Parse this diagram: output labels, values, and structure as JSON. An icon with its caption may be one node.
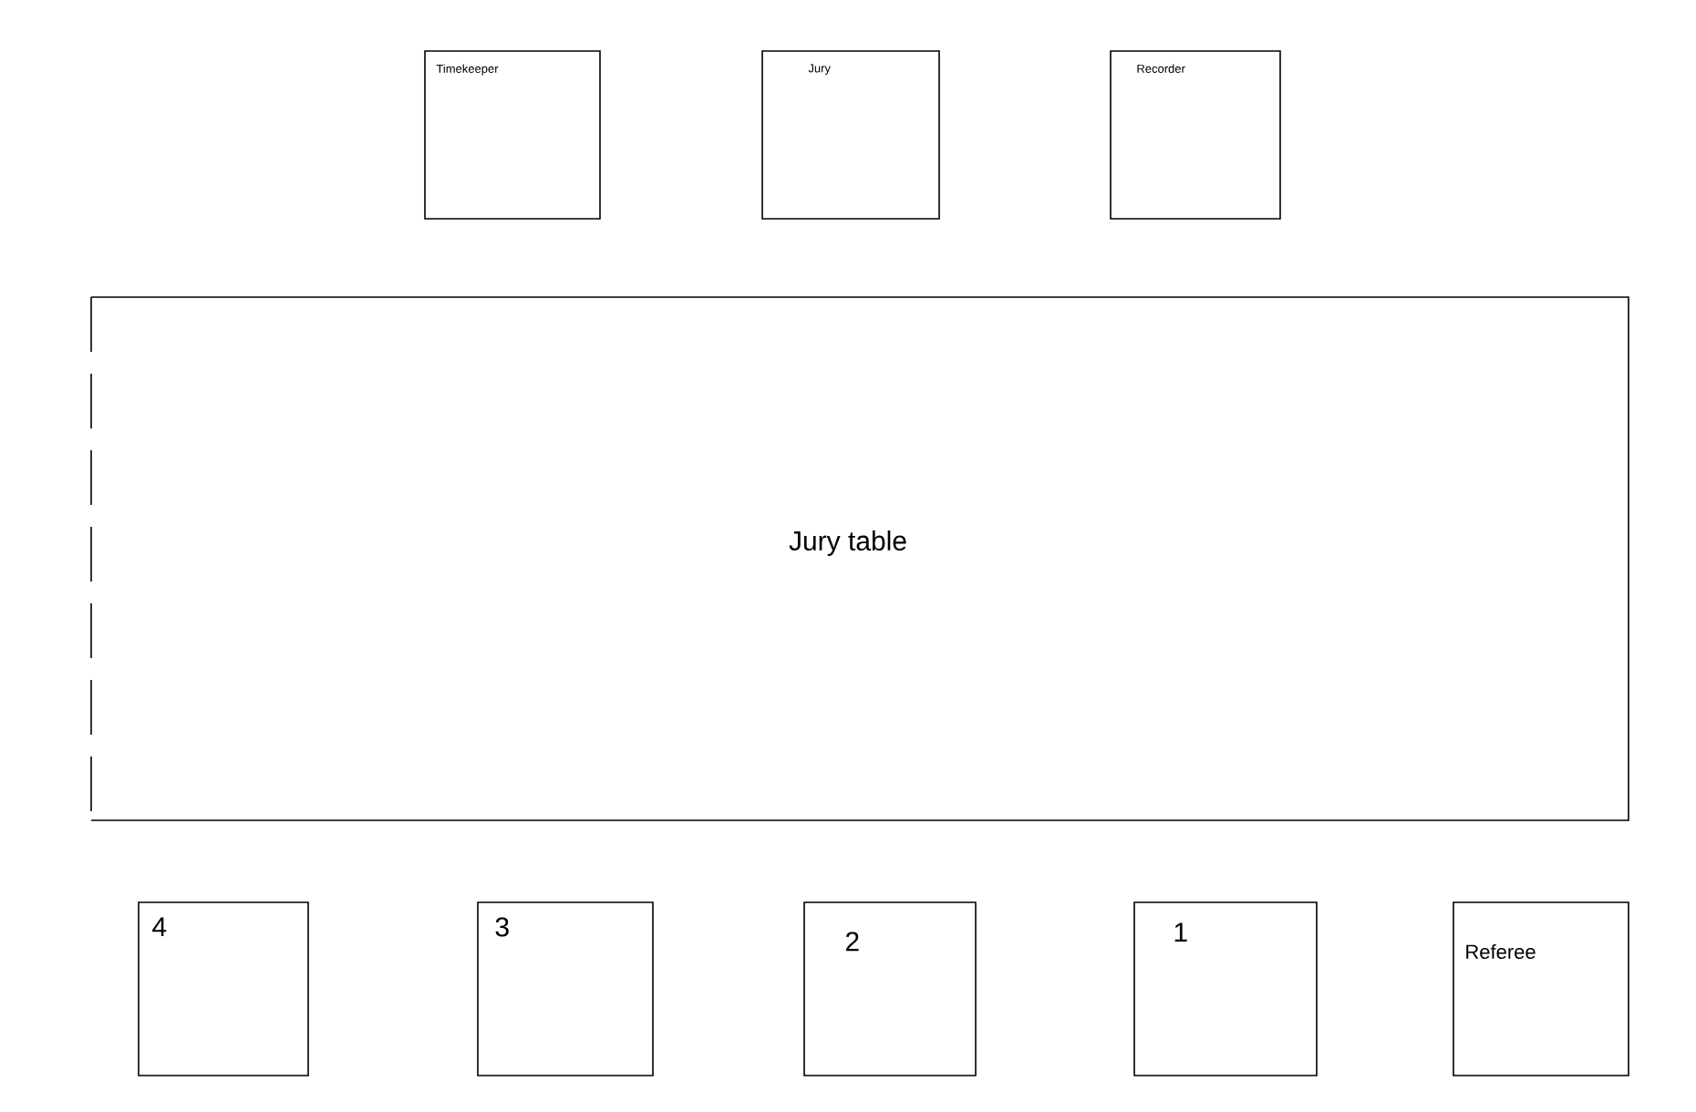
{
  "diagram": {
    "nodes": [
      {
        "text": [
          "Timekeeper"
        ]
      },
      {
        "text": [
          "Jury"
        ]
      },
      {
        "text": [
          "Recorder"
        ]
      },
      {
        "text": [
          "Jury table"
        ]
      },
      {
        "text": [
          "4"
        ]
      },
      {
        "text": [
          "3"
        ]
      },
      {
        "text": [
          "2"
        ]
      },
      {
        "text": [
          "1"
        ]
      },
      {
        "text": [
          "Referee"
        ]
      }
    ]
  }
}
